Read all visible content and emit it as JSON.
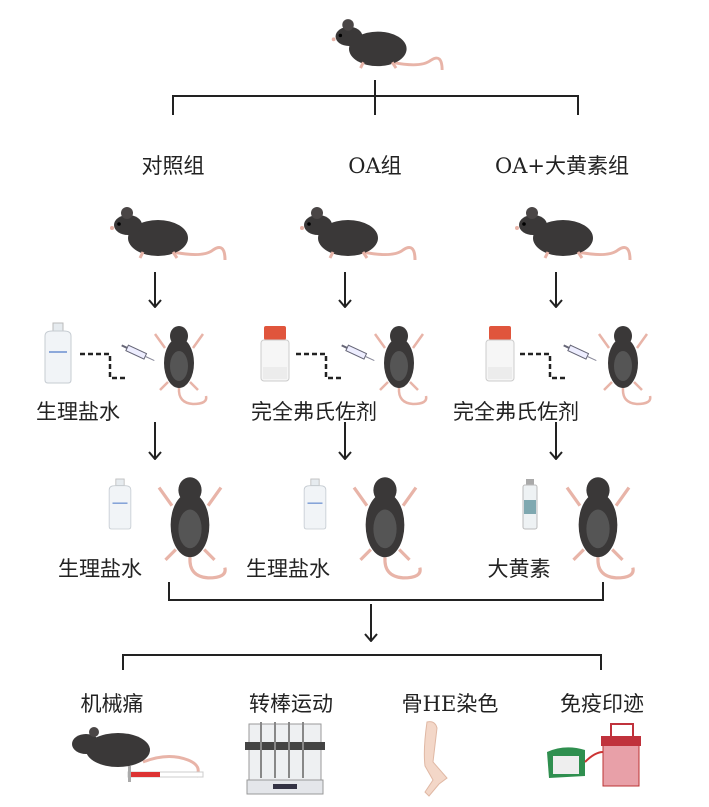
{
  "groups": {
    "control": "对照组",
    "oa": "OA组",
    "oa_rhein": "OA+大黄素组"
  },
  "step1": {
    "control": "生理盐水",
    "oa": "完全弗氏佐剂",
    "oa_rhein": "完全弗氏佐剂"
  },
  "step2": {
    "control": "生理盐水",
    "oa": "生理盐水",
    "oa_rhein": "大黄素"
  },
  "assays": [
    "机械痛",
    "转棒运动",
    "骨HE染色",
    "免疫印迹"
  ],
  "colors": {
    "mouse": "#3a3838",
    "tail": "#e8b4a8",
    "cap": "#e0553c",
    "line": "#222222"
  }
}
